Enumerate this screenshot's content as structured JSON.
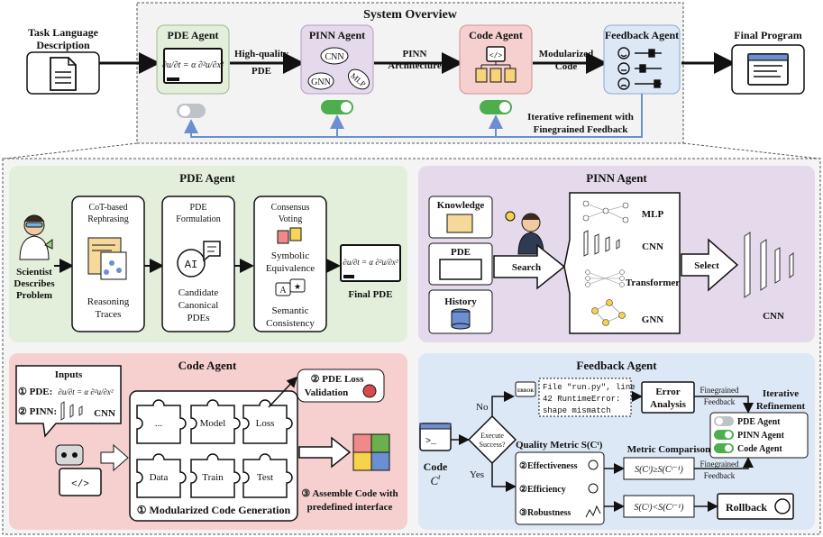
{
  "overview": {
    "title": "System Overview",
    "task": [
      "Task Language",
      "Description"
    ],
    "pde_agent": "PDE Agent",
    "pinn_agent": "PINN Agent",
    "code_agent": "Code Agent",
    "feedback_agent": "Feedback Agent",
    "final_program": "Final Program",
    "arrow_pde": [
      "High-quality",
      "PDE"
    ],
    "arrow_pinn": [
      "PINN",
      "Architecture"
    ],
    "arrow_code": [
      "Modularized",
      "Code"
    ],
    "nets": [
      "CNN",
      "GNN",
      "MLP"
    ],
    "refine": [
      "Iterative refinement with",
      "Finegrained Feedback"
    ],
    "equation": "∂u/∂t = α ∂²u/∂x²"
  },
  "pde_section": {
    "title": "PDE Agent",
    "scientist": [
      "Scientist",
      "Describes",
      "Problem"
    ],
    "step1_top": [
      "CoT-based",
      "Rephrasing"
    ],
    "step1_bottom": [
      "Reasoning",
      "Traces"
    ],
    "step2_top": [
      "PDE",
      "Formulation"
    ],
    "step2_bottom": [
      "Candidate",
      "Canonical",
      "PDEs"
    ],
    "step3_top": [
      "Consensus",
      "Voting"
    ],
    "step3_mid": [
      "Symbolic",
      "Equivalence"
    ],
    "step3_bottom": [
      "Semantic",
      "Consistency"
    ],
    "final": "Final PDE",
    "ai_label": "AI"
  },
  "pinn_section": {
    "title": "PINN Agent",
    "sources": [
      "Knowledge",
      "PDE",
      "History"
    ],
    "search": "Search",
    "select": "Select",
    "models": [
      "MLP",
      "CNN",
      "Transformer",
      "GNN"
    ],
    "result": "CNN"
  },
  "code_section": {
    "title": "Code Agent",
    "inputs_title": "Inputs",
    "input_pde": "① PDE:",
    "input_pinn": "② PINN:",
    "input_pinn_net": "CNN",
    "puzzles": [
      "...",
      "Model",
      "Loss",
      "Data",
      "Train",
      "Test"
    ],
    "gen": "① Modularized Code Generation",
    "validation": [
      "② PDE Loss",
      "Validation"
    ],
    "assemble": [
      "③ Assemble Code with",
      "predefined interface"
    ]
  },
  "feedback_section": {
    "title": "Feedback Agent",
    "code": "Code",
    "code_sym": "C",
    "no": "No",
    "yes": "Yes",
    "execute": [
      "Execute",
      "Success?"
    ],
    "error_msg": [
      "File \"run.py\", line",
      "42 RuntimeError:",
      "shape mismatch"
    ],
    "error_analysis": [
      "Error",
      "Analysis"
    ],
    "fine1": [
      "Finegrained",
      "Feedback"
    ],
    "fine2": [
      "Finegrained",
      "Feedback"
    ],
    "iterative": [
      "Iterative",
      "Refinement"
    ],
    "toggles": [
      "PDE Agent",
      "PINN Agent",
      "Code Agent"
    ],
    "quality": "Quality Metric S(Cᵗ)",
    "metrics": [
      "②Effectiveness",
      "②Efficiency",
      "③Robustness"
    ],
    "metric_comparison": "Metric Comparison",
    "ge": "S(Cᵗ)≥S(Cᵗ⁻¹)",
    "lt": "S(Cᵗ)<S(Cᵗ⁻¹)",
    "rollback": "Rollback",
    "error_tag": "ERROR"
  },
  "colors": {
    "green": "#e3efdb",
    "purple": "#e5daec",
    "red": "#f6cfcf",
    "blue": "#dde8f7",
    "toggle_on": "#4cae4c",
    "toggle_off": "#bfc3c7",
    "grey_panel": "#f4f4f4"
  }
}
